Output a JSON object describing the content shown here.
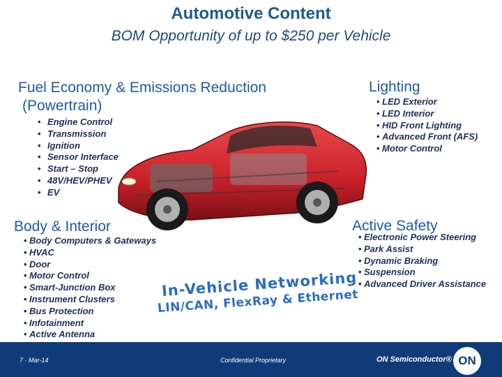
{
  "header": {
    "title": "Automotive Content",
    "subtitle": "BOM Opportunity of up to $250 per Vehicle"
  },
  "powertrain": {
    "title_line1": "Fuel Economy & Emissions Reduction",
    "title_line2": "(Powertrain)",
    "items": [
      "Engine Control",
      "Transmission",
      "Ignition",
      "Sensor Interface",
      "Start – Stop",
      "48V/HEV/PHEV",
      "EV"
    ]
  },
  "lighting": {
    "title": "Lighting",
    "items": [
      "LED Exterior",
      "LED Interior",
      "HID Front Lighting",
      "Advanced Front (AFS)",
      "Motor Control"
    ]
  },
  "body_interior": {
    "title": "Body & Interior",
    "items": [
      "Body Computers & Gateways",
      "HVAC",
      "Door",
      "Motor Control",
      "Smart-Junction Box",
      "Instrument Clusters",
      "Bus Protection",
      "Infotainment",
      "Active Antenna"
    ]
  },
  "active_safety": {
    "title": "Active Safety",
    "items": [
      "Electronic Power Steering",
      "Park Assist",
      "Dynamic Braking",
      "Suspension",
      "Advanced Driver Assistance"
    ]
  },
  "networking": {
    "line1": "In-Vehicle Networking",
    "line2": "LIN/CAN, FlexRay & Ethernet"
  },
  "footer": {
    "left": "7 · Mar-14",
    "center": "Confidential Proprietary",
    "brand": "ON Semiconductor®",
    "logo_text": "ON"
  },
  "colors": {
    "title": "#1e5a8c",
    "section": "#1e5aa8",
    "footer": "#0f3c78",
    "car_body": "#c8202a"
  }
}
